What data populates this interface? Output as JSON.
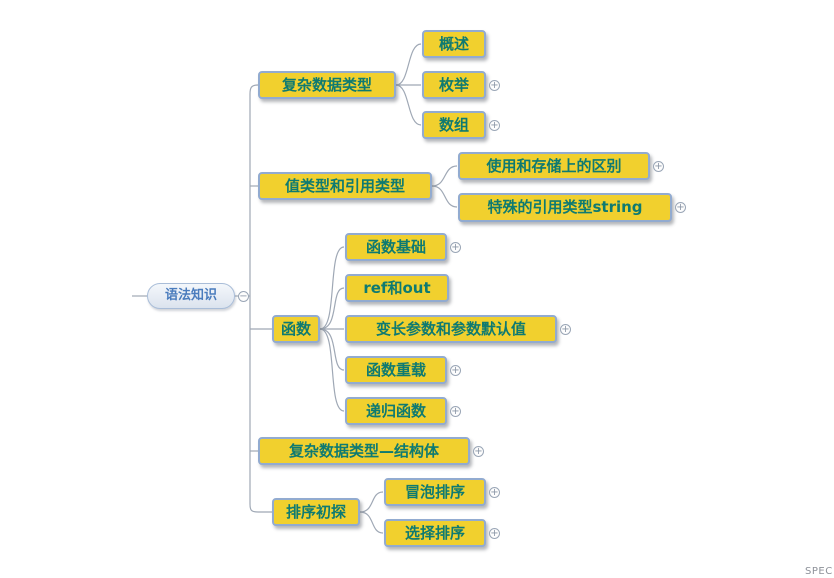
{
  "watermark": "SPEC",
  "icons": {
    "plus": "+",
    "minus": "−"
  },
  "colors": {
    "topic_fill": "#f1d02e",
    "topic_border": "#92abd0",
    "topic_text": "#0e7a71",
    "root_text": "#4a7cbd",
    "connector": "#9fa8b5"
  },
  "root": {
    "label": "语法知识"
  },
  "branches": [
    {
      "label": "复杂数据类型",
      "children": [
        {
          "label": "概述"
        },
        {
          "label": "枚举"
        },
        {
          "label": "数组"
        }
      ]
    },
    {
      "label": "值类型和引用类型",
      "children": [
        {
          "label": "使用和存储上的区别"
        },
        {
          "label": "特殊的引用类型string"
        }
      ]
    },
    {
      "label": "函数",
      "children": [
        {
          "label": "函数基础"
        },
        {
          "label": "ref和out"
        },
        {
          "label": "变长参数和参数默认值"
        },
        {
          "label": "函数重载"
        },
        {
          "label": "递归函数"
        }
      ]
    },
    {
      "label": "复杂数据类型—结构体",
      "children": []
    },
    {
      "label": "排序初探",
      "children": [
        {
          "label": "冒泡排序"
        },
        {
          "label": "选择排序"
        }
      ]
    }
  ]
}
